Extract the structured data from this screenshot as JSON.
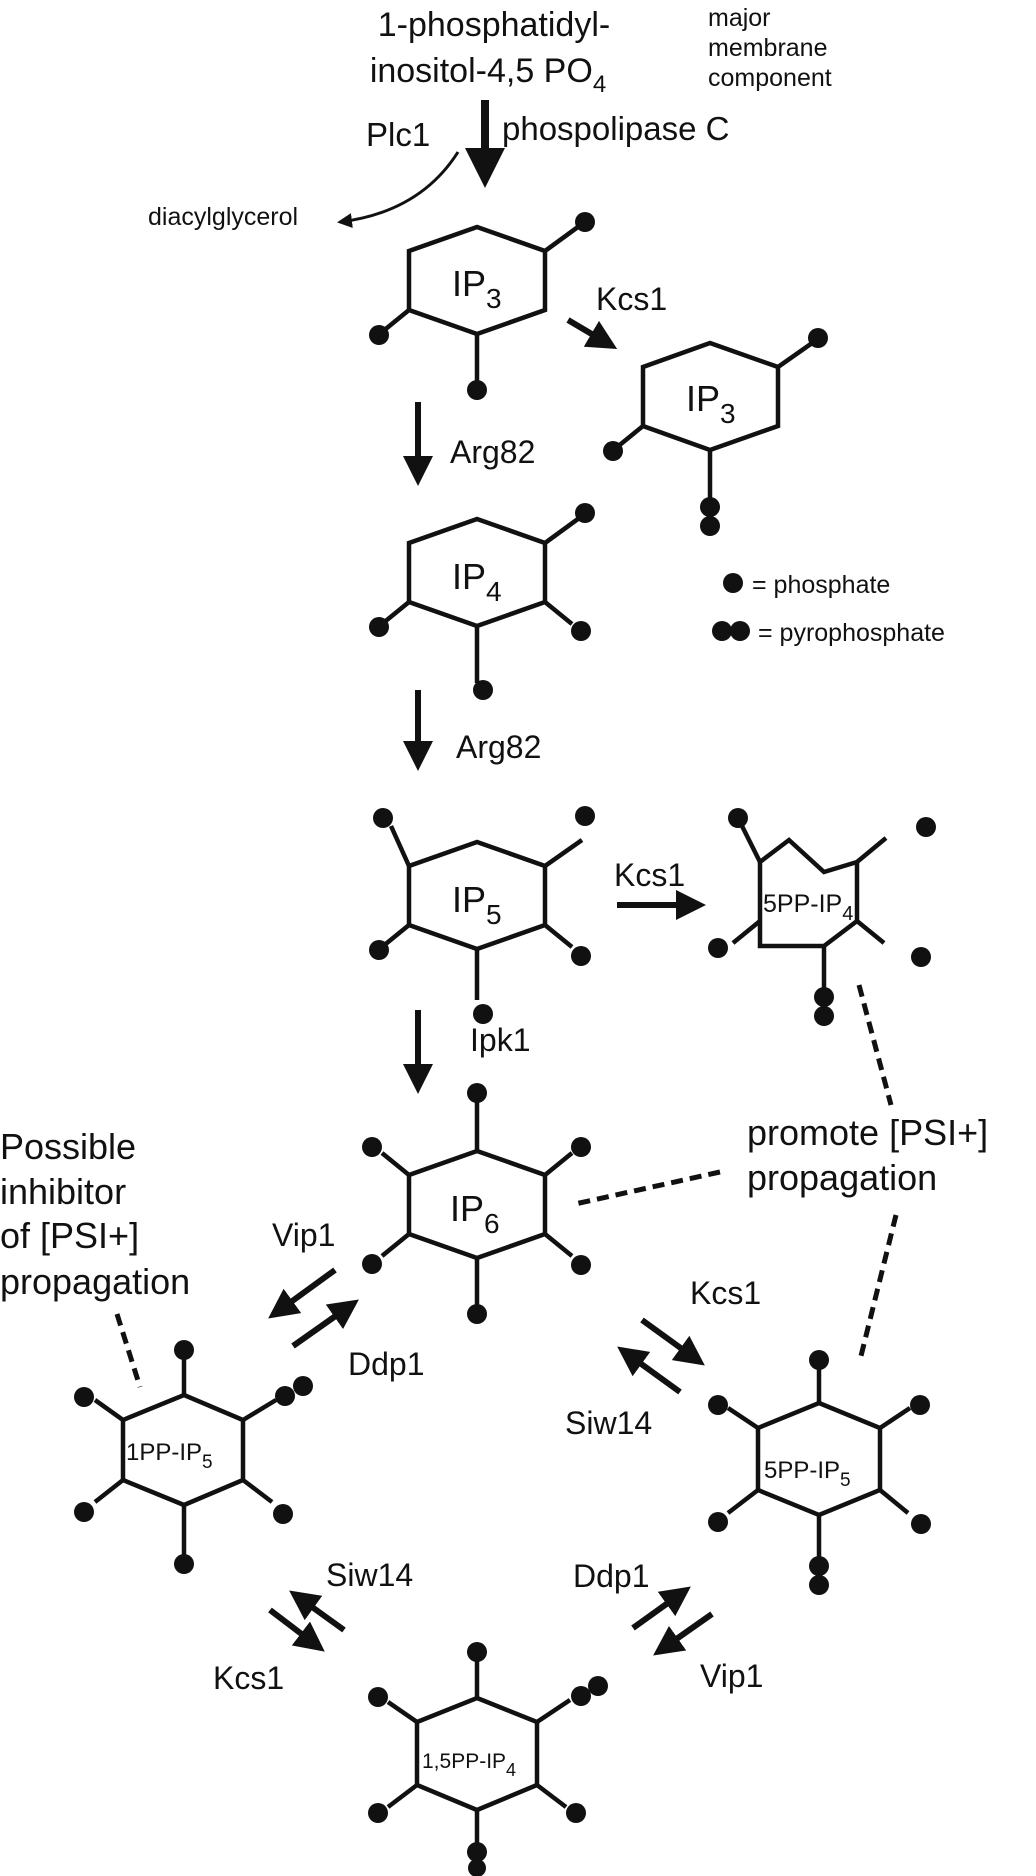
{
  "header": {
    "precursor_line1": "1-phosphatidyl-",
    "precursor_line2": "inositol-4,5 PO",
    "precursor_sub": "4",
    "note_line1": "major",
    "note_line2": "membrane",
    "note_line3": "component",
    "enzyme_plc1": "Plc1",
    "enzyme_phospholipase": "phospolipase C",
    "byproduct": "diacylglycerol"
  },
  "molecules": {
    "ip3": {
      "base": "IP",
      "sub": "3"
    },
    "ip3_pp": {
      "base": "IP",
      "sub": "3"
    },
    "ip4": {
      "base": "IP",
      "sub": "4"
    },
    "ip5": {
      "base": "IP",
      "sub": "5"
    },
    "pp_ip4": {
      "base": "5PP-IP",
      "sub": "4"
    },
    "ip6": {
      "base": "IP",
      "sub": "6"
    },
    "pp1_ip5": {
      "base": "1PP-IP",
      "sub": "5"
    },
    "pp5_ip5": {
      "base": "5PP-IP",
      "sub": "5"
    },
    "pp15_ip4": {
      "base": "1,5PP-IP",
      "sub": "4"
    }
  },
  "enzymes": {
    "kcs1_a": "Kcs1",
    "arg82_a": "Arg82",
    "arg82_b": "Arg82",
    "kcs1_b": "Kcs1",
    "ipk1": "Ipk1",
    "vip1_a": "Vip1",
    "ddp1_a": "Ddp1",
    "kcs1_c": "Kcs1",
    "siw14_a": "Siw14",
    "siw14_b": "Siw14",
    "kcs1_d": "Kcs1",
    "ddp1_b": "Ddp1",
    "vip1_b": "Vip1"
  },
  "legend": {
    "phosphate": "= phosphate",
    "pyrophosphate": "= pyrophosphate"
  },
  "annotations": {
    "promote_line1": "promote [PSI+]",
    "promote_line2": "propagation",
    "inhibitor_line1": "Possible",
    "inhibitor_line2": "inhibitor",
    "inhibitor_line3": "of [PSI+]",
    "inhibitor_line4": "propagation"
  }
}
